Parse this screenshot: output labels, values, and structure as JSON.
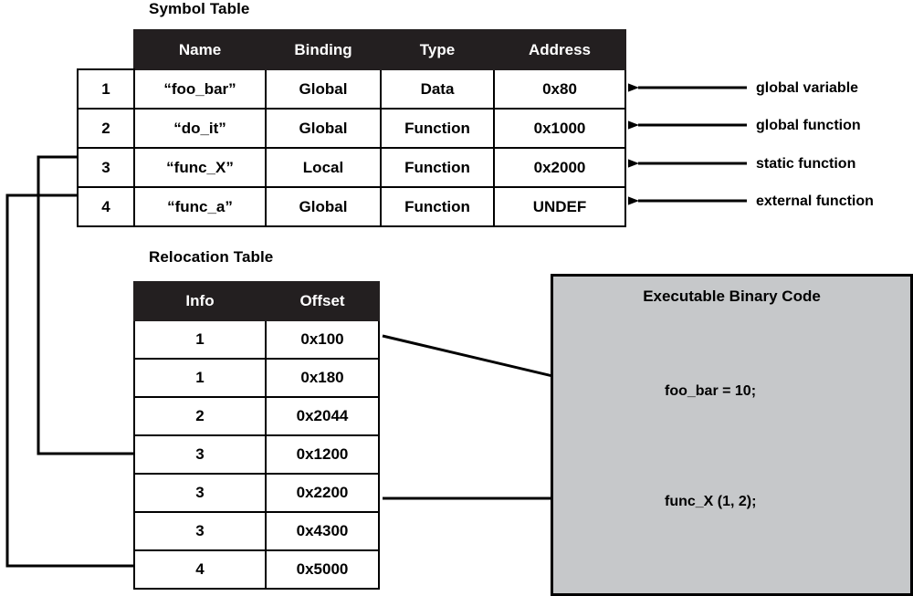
{
  "diagram": {
    "symbol_table": {
      "title": "Symbol Table",
      "columns": [
        "Name",
        "Binding",
        "Type",
        "Address"
      ],
      "rows": [
        {
          "index": "1",
          "name": "“foo_bar”",
          "binding": "Global",
          "type": "Data",
          "address": "0x80"
        },
        {
          "index": "2",
          "name": "“do_it”",
          "binding": "Global",
          "type": "Function",
          "address": "0x1000"
        },
        {
          "index": "3",
          "name": "“func_X”",
          "binding": "Local",
          "type": "Function",
          "address": "0x2000"
        },
        {
          "index": "4",
          "name": "“func_a”",
          "binding": "Global",
          "type": "Function",
          "address": "UNDEF"
        }
      ]
    },
    "relocation_table": {
      "title": "Relocation Table",
      "columns": [
        "Info",
        "Offset"
      ],
      "rows": [
        {
          "info": "1",
          "offset": "0x100"
        },
        {
          "info": "1",
          "offset": "0x180"
        },
        {
          "info": "2",
          "offset": "0x2044"
        },
        {
          "info": "3",
          "offset": "0x1200"
        },
        {
          "info": "3",
          "offset": "0x2200"
        },
        {
          "info": "3",
          "offset": "0x4300"
        },
        {
          "info": "4",
          "offset": "0x5000"
        }
      ]
    },
    "binary_panel": {
      "title": "Executable Binary Code",
      "code_lines": [
        "foo_bar = 10;",
        "func_X (1, 2);"
      ],
      "fill_color": "#c6c8ca"
    },
    "annotations": [
      {
        "label": "global variable"
      },
      {
        "label": "global function"
      },
      {
        "label": "static function"
      },
      {
        "label": "external function"
      }
    ],
    "colors": {
      "header_bg": "#231f20",
      "header_text": "#ffffff",
      "line": "#000000",
      "panel_fill": "#c6c8ca",
      "page_bg": "#ffffff"
    }
  }
}
